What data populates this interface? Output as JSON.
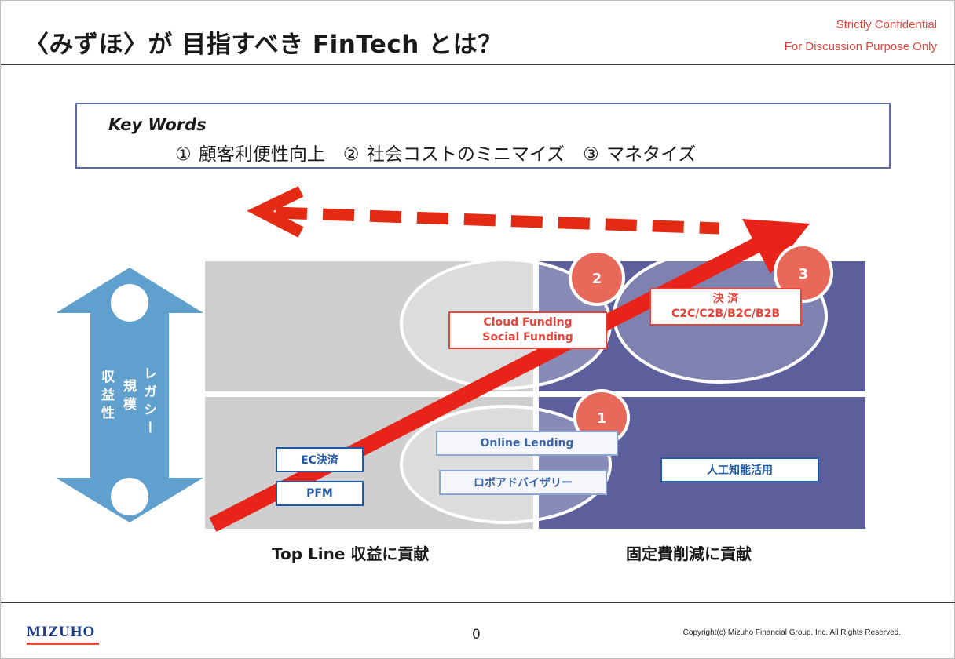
{
  "header": {
    "title": "〈みずほ〉が 目指すべき FinTech とは？",
    "confidential_1": "Strictly Confidential",
    "confidential_2": "For Discussion Purpose Only"
  },
  "keywords": {
    "label": "Key Words",
    "items": "① 顧客利便性向上　② 社会コストのミニマイズ　③ マネタイズ"
  },
  "vertical_axis": {
    "col1": "レガシー",
    "col2": "規模",
    "col3": "収益性"
  },
  "badges": [
    "1",
    "2",
    "3"
  ],
  "tags": {
    "cloud_funding_1": "Cloud Funding",
    "cloud_funding_2": "Social Funding",
    "payments_1": "決 済",
    "payments_2": "C2C/C2B/B2C/B2B",
    "online_lending": "Online Lending",
    "robo_advisor": "ロボアドバイザリー",
    "ec_payment": "EC決済",
    "pfm": "PFM",
    "ai": "人工知能活用"
  },
  "x_labels": {
    "left": "Top Line 収益に貢献",
    "right": "固定費削減に貢献"
  },
  "footer": {
    "logo": "MIZUHO",
    "page": "0",
    "copyright": "Copyright(c) Mizuho Financial Group, Inc. All Rights Reserved."
  },
  "colors": {
    "accent_red": "#e8443a",
    "navy": "#5c5f9c",
    "grey": "#cfcfcf",
    "blue_arrow": "#5fa0cf"
  }
}
